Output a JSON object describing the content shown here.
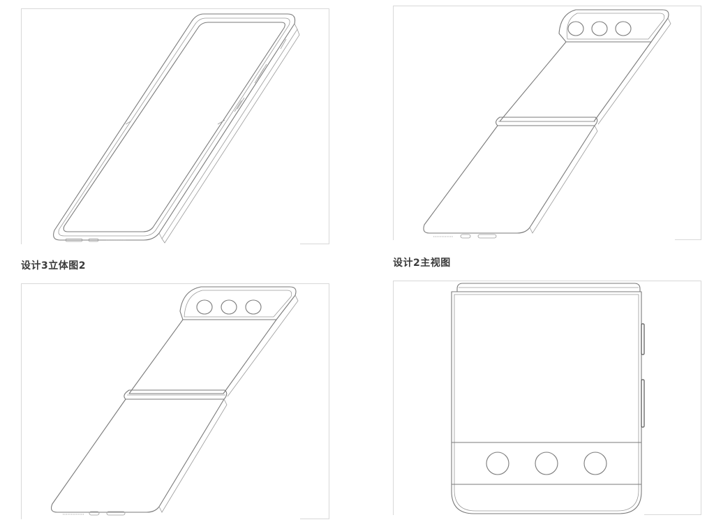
{
  "captions": {
    "top_left_below": "设计3立体图2",
    "top_right_below": "设计2主视图"
  },
  "colors": {
    "background": "#ffffff",
    "line": "#7a7a7a",
    "frame": "#d8d8d8",
    "caption": "#3a3a3a"
  },
  "panels": [
    {
      "name": "open-phone-perspective",
      "icon": "foldable-phone-open-drawing"
    },
    {
      "name": "closed-phone-perspective-a",
      "icon": "foldable-phone-closed-drawing"
    },
    {
      "name": "closed-phone-perspective-b",
      "icon": "foldable-phone-closed-drawing"
    },
    {
      "name": "closed-phone-front-view",
      "icon": "foldable-phone-front-drawing"
    }
  ]
}
